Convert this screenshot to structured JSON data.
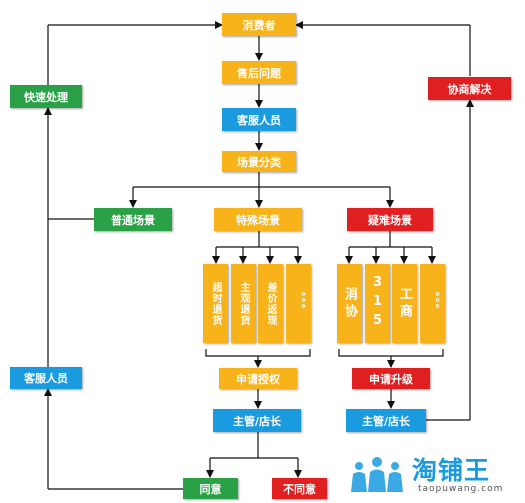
{
  "nodes": {
    "consumer": "消费者",
    "after_sales": "售后问题",
    "cs_top": "客服人员",
    "scene_class": "场景分类",
    "normal": "普通场景",
    "special": "特殊场景",
    "difficult": "疑难场景",
    "quick": "快速处理",
    "cs_left": "客服人员",
    "negotiate": "协商解决",
    "special_sub": [
      "超时退货",
      "主观退货",
      "差价返现",
      "。。。"
    ],
    "difficult_sub": [
      "消协",
      "315",
      "工商",
      "。。。"
    ],
    "apply_auth": "申请授权",
    "apply_upgrade": "申请升级",
    "mgr_left": "主管/店长",
    "mgr_right": "主管/店长",
    "agree": "同意",
    "disagree": "不同意"
  },
  "watermark": {
    "brand": "淘铺王",
    "url": "taopuwang.com"
  },
  "colors": {
    "yellow": "#f8b21a",
    "blue": "#1a9be0",
    "green": "#2aa146",
    "red": "#e02020"
  }
}
